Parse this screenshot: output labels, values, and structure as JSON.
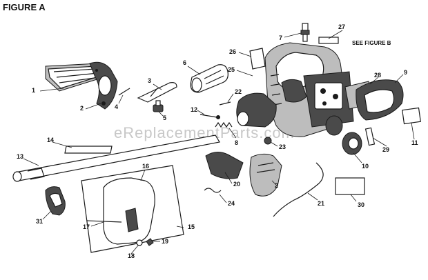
{
  "figure": {
    "title": "FIGURE A",
    "see_note": "SEE FIGURE B",
    "watermark": "eReplacementParts.com"
  },
  "labels": {
    "l1": "1",
    "l2a": "2",
    "l2b": "2",
    "l3": "3",
    "l4": "4",
    "l5": "5",
    "l6": "6",
    "l7": "7",
    "l8": "8",
    "l9": "9",
    "l10": "10",
    "l11": "11",
    "l12": "12",
    "l13": "13",
    "l14": "14",
    "l15": "15",
    "l16": "16",
    "l17": "17",
    "l18": "18",
    "l19": "19",
    "l20": "20",
    "l21": "21",
    "l22": "22",
    "l23": "23",
    "l24": "24",
    "l25": "25",
    "l26": "26",
    "l27": "27",
    "l28": "28",
    "l29": "29",
    "l30": "30",
    "l31": "31"
  }
}
